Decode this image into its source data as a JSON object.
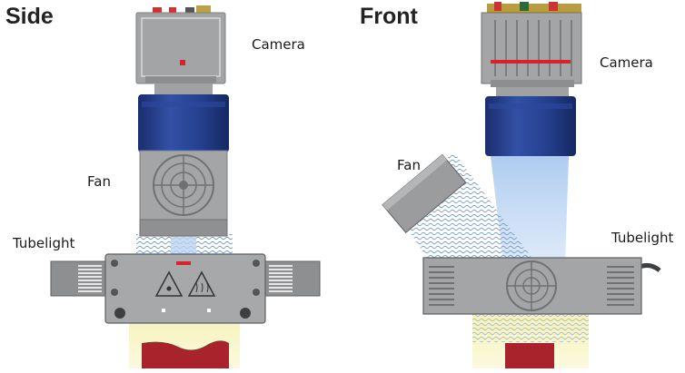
{
  "views": {
    "side": {
      "title": "Side",
      "labels": {
        "camera": "Camera",
        "fan": "Fan",
        "tubelight": "Tubelight"
      }
    },
    "front": {
      "title": "Front",
      "labels": {
        "camera": "Camera",
        "fan": "Fan",
        "tubelight": "Tubelight"
      }
    }
  },
  "colors": {
    "housing_gray": "#9a9c9e",
    "housing_dark": "#4b4d4f",
    "lens_blue": "#1f3a8a",
    "light_beam": "#a9c9ee",
    "illumination": "#f3efaa",
    "object_red": "#a8232b",
    "indicator_red": "#d8222a"
  }
}
